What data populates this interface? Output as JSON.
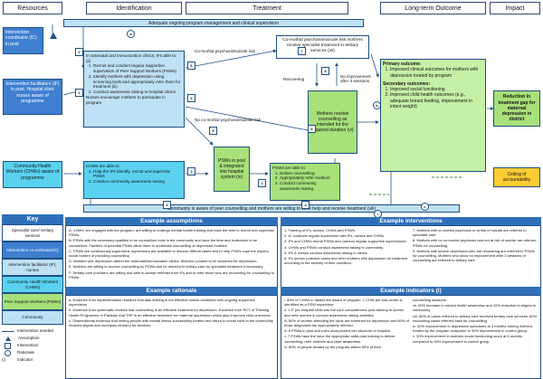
{
  "headers": [
    "Resources",
    "Identification",
    "Treatment",
    "Long-term Outcome",
    "Impact"
  ],
  "boxes": {
    "ic": "Intervention coordinator (IC) in post",
    "banner_top": "Adequate ongoing program management and clinical supervision",
    "ifs": "Intervention facilitators (IF) in post. Hospital clinic nurses aware of programme",
    "chws": "Community Health Workers (CHWs) aware of programme",
    "clinics_title": "In antenatal and immunization clinics, IFs able to: (ii)",
    "clinics_items": [
      "Recruit and conduct regular supportive supervision of Peer Support Workers (PSWs)",
      "Identify mothers with depression using screening tools and appropriately refer them for treatment (iii)",
      "Conduct awareness raising in hospital clinics"
    ],
    "clinics_extra": "Nurses encourage mothers to participate in program",
    "chw_title": "CHWs are able to:",
    "chw_items": [
      "Help the IFs identify, recruit and supervise PSWs",
      "Conduct community awareness raising"
    ],
    "psw_post": "PSWs in post & integrated into hospital system (iv)",
    "psw_title": "PSWs are able to:",
    "psw_items": [
      "Deliver counselling",
      "Appropriately refer mothers",
      "Conduct community awareness raising"
    ],
    "comorbid_box": "Co-morbid psychosis/suicide risk mothers receive specialist treatment in tertiary services (vii)",
    "mothers_box": "Mothers receive counselling as intended for the required duration (vi)",
    "outcomes": {
      "primary_title": "Primary outcome:",
      "primary_items": [
        "Improved clinical outcomes for mothers with depression treated by program"
      ],
      "secondary_title": "Secondary outcomes:",
      "secondary_items": [
        "Improved social functioning",
        "Improved child health outcomes (e.g., adequate breast feeding, improvement in infant weight)"
      ]
    },
    "impact": "Reduction in treatment gap for maternal depression in district",
    "ceiling": "Ceiling of accountability",
    "banner_bottom": "Community is aware of peer counselling and mothers are willing to seek help and receive treatment (viii)"
  },
  "arrow_labels": {
    "comorbid_upper": "Co-morbid psychosis/suicide risk",
    "no_comorbid": "No co-morbid psychosis/suicide risk",
    "recovering": "Recovering",
    "no_improvement": "No improvement after 3 sessions"
  },
  "markers": {
    "a": "a",
    "b": "b",
    "c": "c",
    "i": "i",
    "n1": "1",
    "n2": "2",
    "n3": "3",
    "n4": "4",
    "n5": "5",
    "n6": "6",
    "n7": "7",
    "n8": "8",
    "n9": "9",
    "ii": "ii",
    "iii": "iii",
    "iv": "iv",
    "v": "v"
  },
  "legend": {
    "title": "Key",
    "items": [
      "Specialist care/ tertiary services",
      "Intervention co-ordinator(IC)",
      "Intervention facilitator (IF), nurses",
      "Community Health Workers (CHWs)",
      "Peer Support Workers (PSWs)",
      "Community"
    ],
    "symbols": [
      {
        "sym": "",
        "label": "Intervention needed"
      },
      {
        "sym": "A",
        "label": "Assumption"
      },
      {
        "sym": "1",
        "label": "Intervention"
      },
      {
        "sym": "a",
        "label": "Rationale"
      },
      {
        "sym": "(i)",
        "label": "Indicator"
      }
    ]
  },
  "assumptions": {
    "title": "Example assumptions",
    "items": [
      "A.  CHWs' are engaged with the program, are willing to undergo mental health training and have the time to recruit and supervise PSWs.",
      "B.  PSWs with the necessary qualities to be counsellors exist in the community and have the time and motivation to be counsellors. Families of potential PSWs allow them to undertake counselling of depressed mothers.",
      "C.  PSWs are continuously supervised, supervisors are available to discuss difficult cases and to help PSWs cope the psycho-social burden of providing counselling.",
      "D.  Mothers with depression attend the antenatal/immunization clinics. Mothers consent to be screened for depression.",
      "E.  Mothers are willing to receive counselling by PSWs and be referred to tertiary care for specialist treatment if necessary.",
      "F.  Tertiary care providers are willing and able to accept referrals from IFs and to refer those who are recovering for counselling to PSWs"
    ]
  },
  "rationale": {
    "title": "Example rationale",
    "items": [
      "a.  Evidence from implementation research that task shifting is not effective unless combined with ongoing supportive supervision",
      "b.  Evidence from systematic reviews that counselling is an effective treatment for depression. Evidence from RCT of Thinking Health Programme in Pakistan that THP is an effective treatment for maternal depression which also improves child outcomes.",
      "c.  Observational evidence that seeing people with mental illness successfully treated and return to social roles in the community reduces stigma and increases demand for services."
    ]
  },
  "interventions": {
    "title": "Example interventions",
    "left": [
      "1.  Training of IFs, nurses, CHWs and PSWs.",
      "2.  IC conducts regular supervision with IFs, nurses and CHWs.",
      "3.  IFs and CHWs recruit PSWs and conduct regular supportive supervisions.",
      "4.  CHWs and PSWs conduct awareness raising in community.",
      "5.  IFs & nurses conduct awareness raising in clinics.",
      "6.  IFs screen potential cases and refer mothers with depression for treatment according to the severity of their condition."
    ],
    "right": [
      "7.  Mothers with co-morbid psychosis or at risk of suicide are referred to specialist care.",
      "8.  Mothers with no co-morbid psychosis and not at risk of suicide are referred PSWs for counselling.",
      "9.  Mothers with severe depression who are recovering are referred to PSWs for counselling. Mothers who show no improvement after 3 sessions of counselling are referred to tertiary care."
    ]
  },
  "indicators": {
    "title": "Example indicators (i)",
    "left": [
      "i.   80% of CHWs in district are aware of program. 1 CHW per sub-centre is identified as a PSW supervisor.",
      "ii.   1 IF per hospital clinic has the core competencies post-training to screen and refer women & conduct awareness raising activities.",
      "iii.  80% of women attending the clinic are screened for depression and 80% of those diagnosed are appropriately referred.",
      "iv.  8 PSWs in post and roles incorporated into structure of hospital.",
      "v.   7 PSWs have the have the appropriate skills post training to deliver counselling, refer mothers and raise awareness.",
      "vi.  80% of people treated by the program attend 80% of their"
    ],
    "right": [
      "counselling sessions.",
      "vii.  20% increase in mental health awareness and 20% reduction in stigma in community.",
      "viii. 80% of cases referred to tertiary care received tertiary care services. 80% recovering cases referred back for counselling.",
      "ix.   50% improvement in depressive symptoms at 3 months among mothers treated by the program compared to 30% improvement in control group.",
      "x.    50% improvement in mothers social functioning score at 6 months compared to 30% improvement in control group."
    ]
  }
}
